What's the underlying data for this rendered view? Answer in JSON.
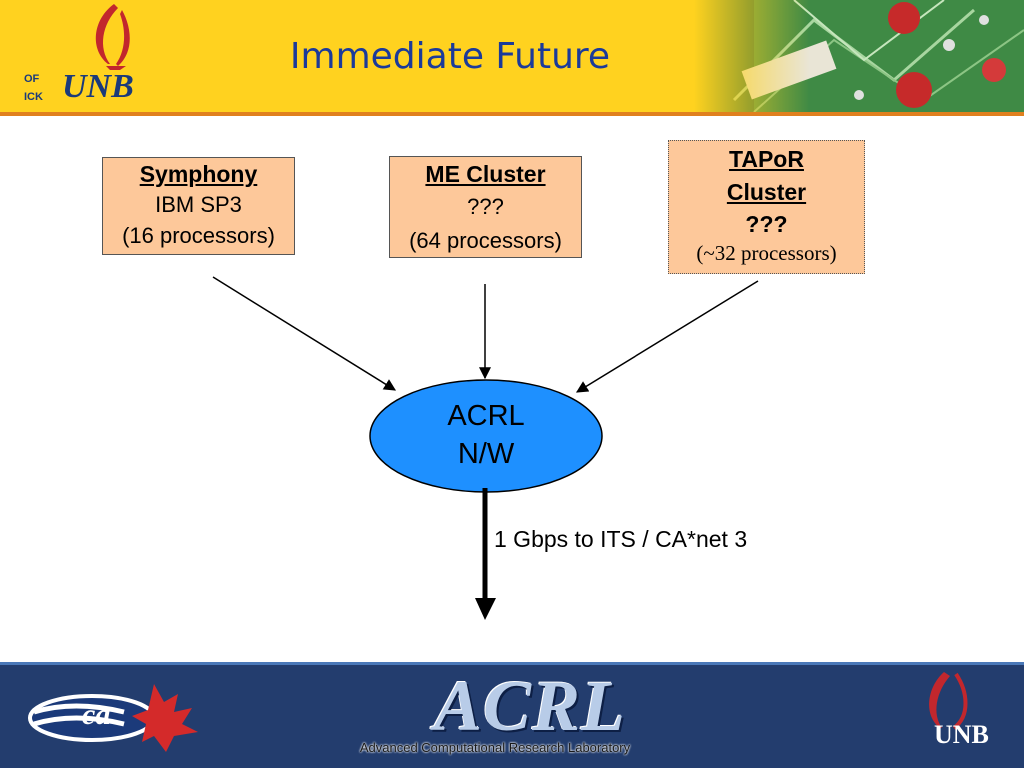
{
  "slide": {
    "title": "Immediate Future",
    "logo_header": {
      "wordmark": "UNB",
      "side_lines": [
        "OF",
        "ICK"
      ]
    },
    "colors": {
      "header": "#ffd21f",
      "header_stripe": "#e0801e",
      "title": "#1b3a9a",
      "box_fill": "#fdc89a",
      "hub_fill": "#1e90ff",
      "footer": "#233d6e"
    }
  },
  "nodes": {
    "symphony": {
      "name": "Symphony",
      "line1": "IBM SP3",
      "line2": "(16 processors)"
    },
    "me_cluster": {
      "name": "ME Cluster",
      "line1": "???",
      "line2": "(64 processors)"
    },
    "tapor": {
      "name": "TAPoR",
      "name2": "Cluster",
      "line1": "???",
      "line2": "(~32 processors)"
    },
    "hub": {
      "line1": "ACRL",
      "line2": "N/W"
    }
  },
  "edges": [
    {
      "from": "symphony",
      "to": "hub"
    },
    {
      "from": "me_cluster",
      "to": "hub"
    },
    {
      "from": "tapor",
      "to": "hub"
    },
    {
      "from": "hub",
      "to": "outbound",
      "label": "1 Gbps to ITS / CA*net 3"
    }
  ],
  "footer": {
    "logo_left": "ca",
    "acrl_wordmark": "ACRL",
    "acrl_caption": "Advanced Computational Research Laboratory",
    "right_logo": "UNB"
  }
}
